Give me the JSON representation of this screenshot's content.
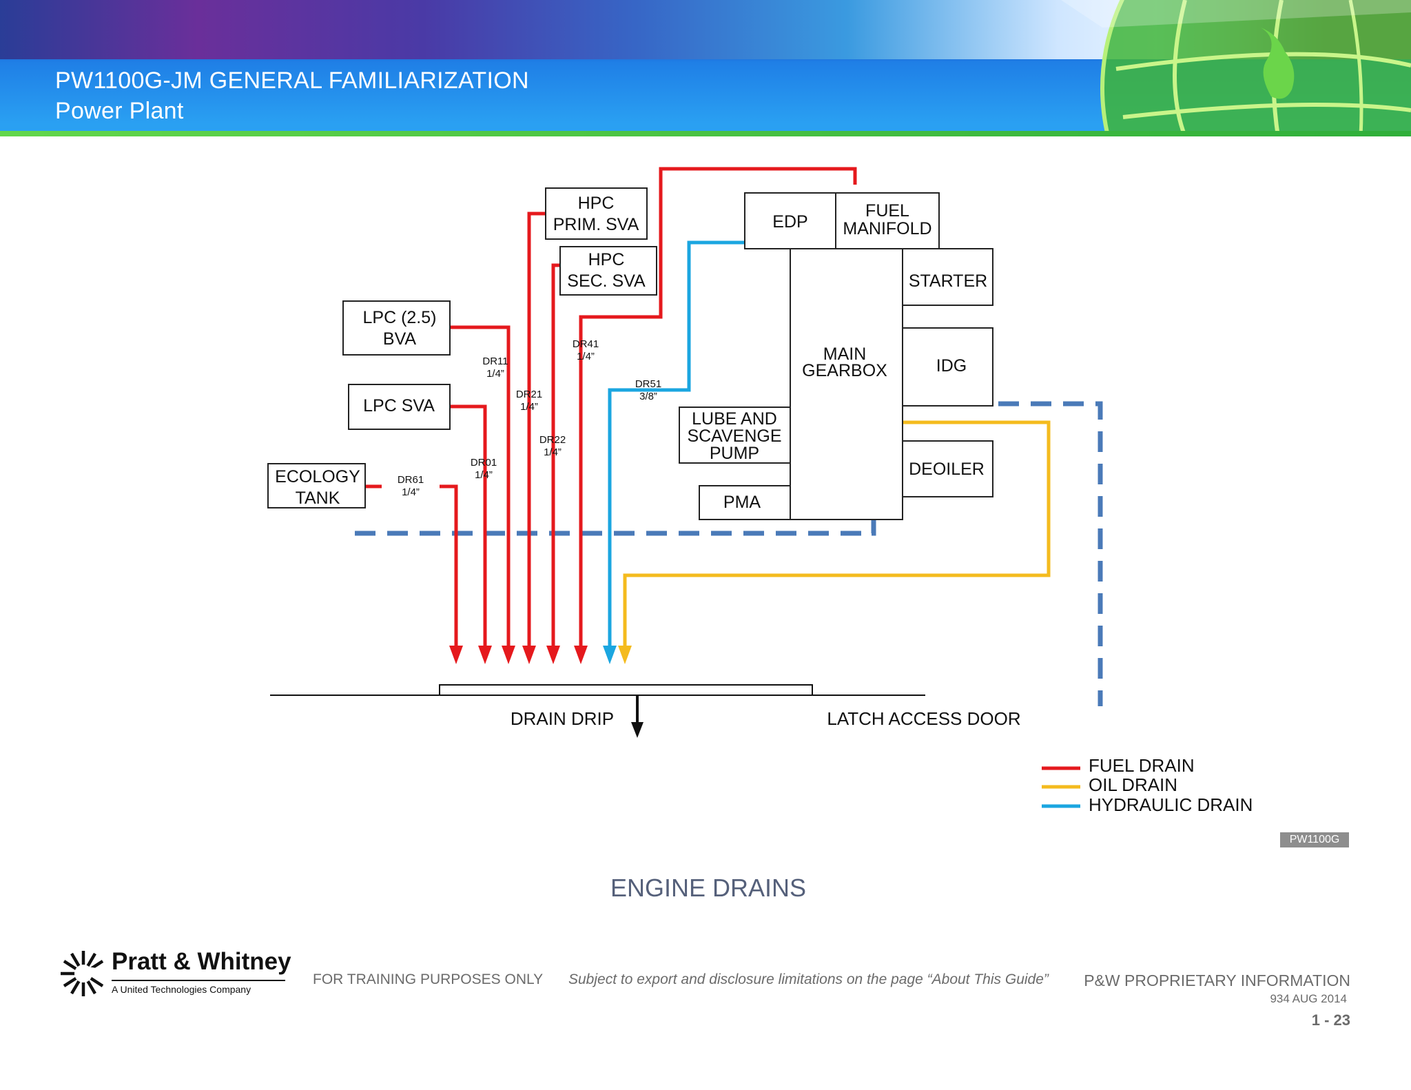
{
  "header": {
    "title": "PW1100G-JM GENERAL FAMILIARIZATION",
    "subtitle": "Power Plant"
  },
  "colors": {
    "fuel_drain": "#e5191d",
    "oil_drain": "#f4bb1e",
    "hydraulic_drain": "#1ba6e0",
    "dashed_boundary": "#4a7ab8"
  },
  "components": {
    "hpc_prim_sva": [
      "HPC",
      "PRIM. SVA"
    ],
    "hpc_sec_sva": [
      "HPC",
      "SEC. SVA"
    ],
    "edp": "EDP",
    "fuel_manifold": [
      "FUEL",
      "MANIFOLD"
    ],
    "starter": "STARTER",
    "main_gearbox": [
      "MAIN",
      "GEARBOX"
    ],
    "idg": "IDG",
    "lpc_bva": [
      "LPC (2.5)",
      "BVA"
    ],
    "lpc_sva": "LPC SVA",
    "ecology_tank": [
      "ECOLOGY",
      "TANK"
    ],
    "lube_scavenge_pump": [
      "LUBE AND",
      "SCAVENGE",
      "PUMP"
    ],
    "pma": "PMA",
    "deoiler": "DEOILER"
  },
  "drains": [
    {
      "id": "DR61",
      "size": "1/4”"
    },
    {
      "id": "DR11",
      "size": "1/4”"
    },
    {
      "id": "DR01",
      "size": "1/4”"
    },
    {
      "id": "DR21",
      "size": "1/4”"
    },
    {
      "id": "DR22",
      "size": "1/4”"
    },
    {
      "id": "DR41",
      "size": "1/4”"
    },
    {
      "id": "DR51",
      "size": "3/8”"
    }
  ],
  "labels": {
    "drain_drip": "DRAIN DRIP",
    "latch_access_door": "LATCH ACCESS DOOR"
  },
  "legend": {
    "fuel": "FUEL DRAIN",
    "oil": "OIL DRAIN",
    "hydraulic": "HYDRAULIC DRAIN"
  },
  "tag": "PW1100G",
  "diagram_title": "ENGINE DRAINS",
  "footer": {
    "company": "Pratt & Whitney",
    "company_tagline": "A United Technologies Company",
    "training": "FOR TRAINING PURPOSES ONLY",
    "export": "Subject to export and disclosure limitations on the page “About This Guide”",
    "proprietary": "P&W PROPRIETARY INFORMATION",
    "code": "934  AUG  2014",
    "page": "1 - 23"
  }
}
